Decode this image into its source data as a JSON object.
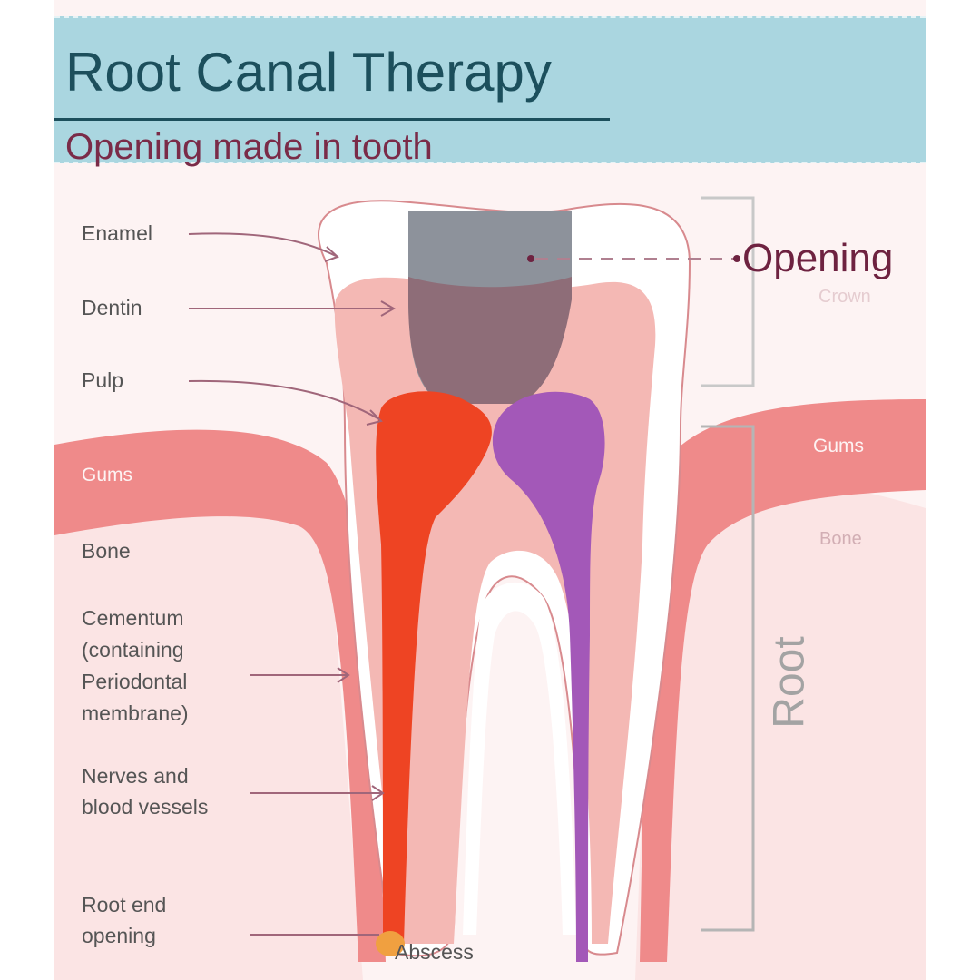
{
  "header": {
    "title": "Root Canal Therapy",
    "subtitle": "Opening made in tooth"
  },
  "labels": {
    "enamel": "Enamel",
    "dentin": "Dentin",
    "pulp": "Pulp",
    "gums_left": "Gums",
    "gums_right": "Gums",
    "bone_left": "Bone",
    "bone_right": "Bone",
    "cementum": [
      "Cementum",
      "(containing",
      "Periodontal",
      "membrane)"
    ],
    "nerves": [
      "Nerves and",
      "blood vessels"
    ],
    "root_end": [
      "Root end",
      "opening"
    ],
    "opening": "Opening",
    "crown_faint": "Crown",
    "abscess": "Abscess",
    "root": "Root"
  },
  "colors": {
    "header_bg": "#aad6e0",
    "title": "#1c4f5c",
    "subtitle": "#7a2b48",
    "gums": "#ef8a8a",
    "dentin": "#f4b8b4",
    "opening_fill": "#8a8f99",
    "pulp_red": "#ee4423",
    "pulp_purple": "#a358b8",
    "abscess": "#f0a040"
  }
}
